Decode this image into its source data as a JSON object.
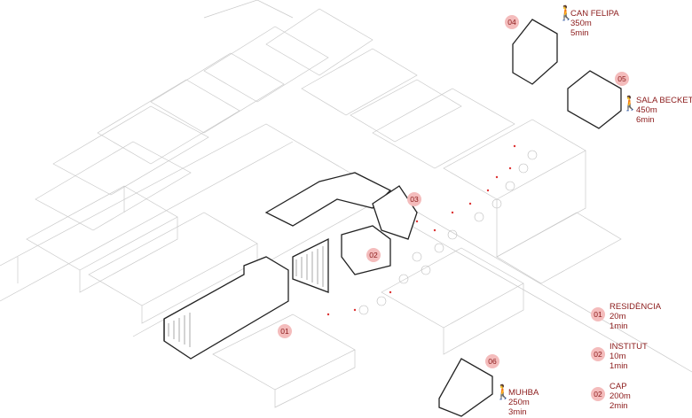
{
  "accent": "#8b1a1a",
  "badge_fill": "#f4bcbc",
  "markers": [
    {
      "id": "04",
      "name": "CAN FELIPA",
      "distance": "350m",
      "time": "5min"
    },
    {
      "id": "05",
      "name": "SALA BECKET",
      "distance": "450m",
      "time": "6min"
    },
    {
      "id": "03"
    },
    {
      "id": "02"
    },
    {
      "id": "01"
    },
    {
      "id": "06",
      "name": "MUHBA",
      "distance": "250m",
      "time": "3min"
    }
  ],
  "legend": [
    {
      "num": "01",
      "name": "RESIDÈNCIA",
      "distance": "20m",
      "time": "1min"
    },
    {
      "num": "02",
      "name": "INSTITUT",
      "distance": "10m",
      "time": "1min"
    },
    {
      "num": "02",
      "name": "CAP",
      "distance": "200m",
      "time": "2min"
    }
  ],
  "icons": {
    "walker": "walking-person-icon"
  }
}
